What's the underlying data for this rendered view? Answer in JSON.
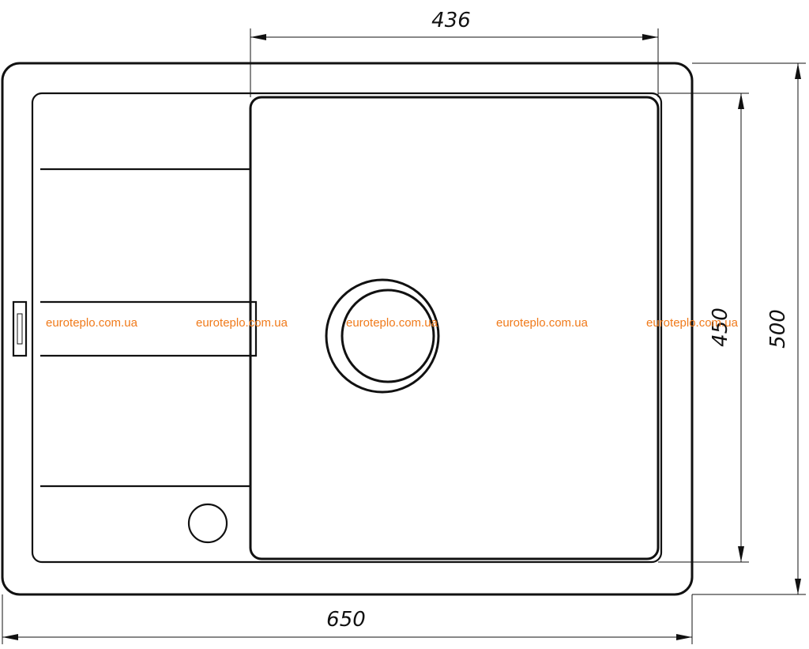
{
  "dimensions": {
    "top": "436",
    "bottom": "650",
    "inner_right": "450",
    "outer_right": "500"
  },
  "watermark": {
    "text": "euroteplo.com.ua",
    "color": "#f07a1a"
  },
  "colors": {
    "line": "#111111",
    "background": "#ffffff"
  }
}
